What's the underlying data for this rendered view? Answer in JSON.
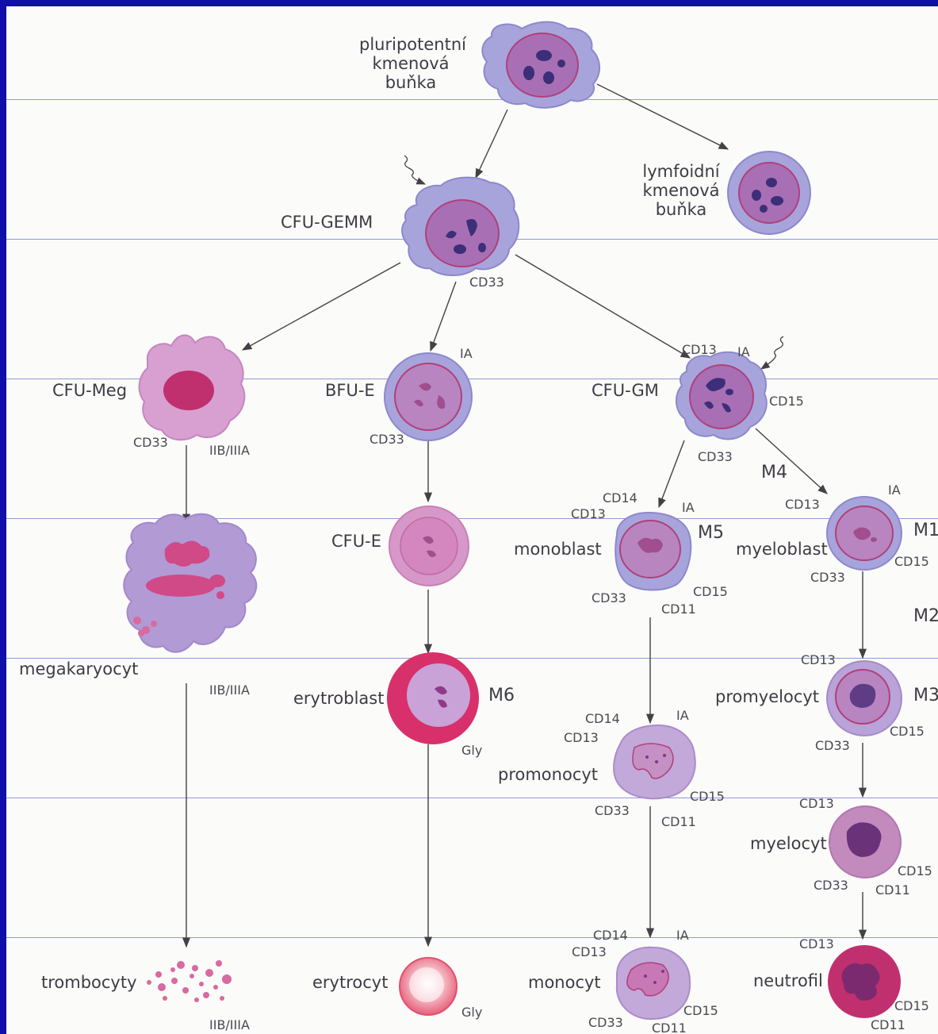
{
  "cells": {
    "pluripotent": [
      "pluripotentní",
      "kmenová",
      "buňka"
    ],
    "lymphoid": [
      "lymfoidní",
      "kmenová",
      "buňka"
    ],
    "cfu_gemm": "CFU-GEMM",
    "cfu_meg": "CFU-Meg",
    "bfu_e": "BFU-E",
    "cfu_gm": "CFU-GM",
    "cfu_e": "CFU-E",
    "monoblast": "monoblast",
    "myeloblast": "myeloblast",
    "megakaryocyt": "megakaryocyt",
    "erytroblast": "erytroblast",
    "promyelocyt": "promyelocyt",
    "promonocyt": "promonocyt",
    "myelocyt": "myelocyt",
    "trombocyty": "trombocyty",
    "erytrocyt": "erytrocyt",
    "monocyt": "monocyt",
    "neutrofil": "neutrofil"
  },
  "subtypes": {
    "m4": "M4",
    "m5": "M5",
    "m6": "M6",
    "m1": "M1",
    "m2": "M2",
    "m3": "M3"
  },
  "markers": {
    "cd33": "CD33",
    "cd13": "CD13",
    "cd14": "CD14",
    "cd15": "CD15",
    "cd11": "CD11",
    "ia": "IA",
    "iib_iiia": "IIB/IIIA",
    "gly": "Gly"
  },
  "colors": {
    "background": "#1010a8",
    "page": "#fbfbf9",
    "guide_line": "#8f9ad6",
    "cell_blue": "#a7a4dc",
    "cell_lilac": "#b9a3d8",
    "cell_pink": "#d898c8",
    "nucleus": "#a04e8e",
    "nucleus_dark": "#3c2e78",
    "erythro_red": "#d8306a",
    "arrow": "#444046"
  }
}
